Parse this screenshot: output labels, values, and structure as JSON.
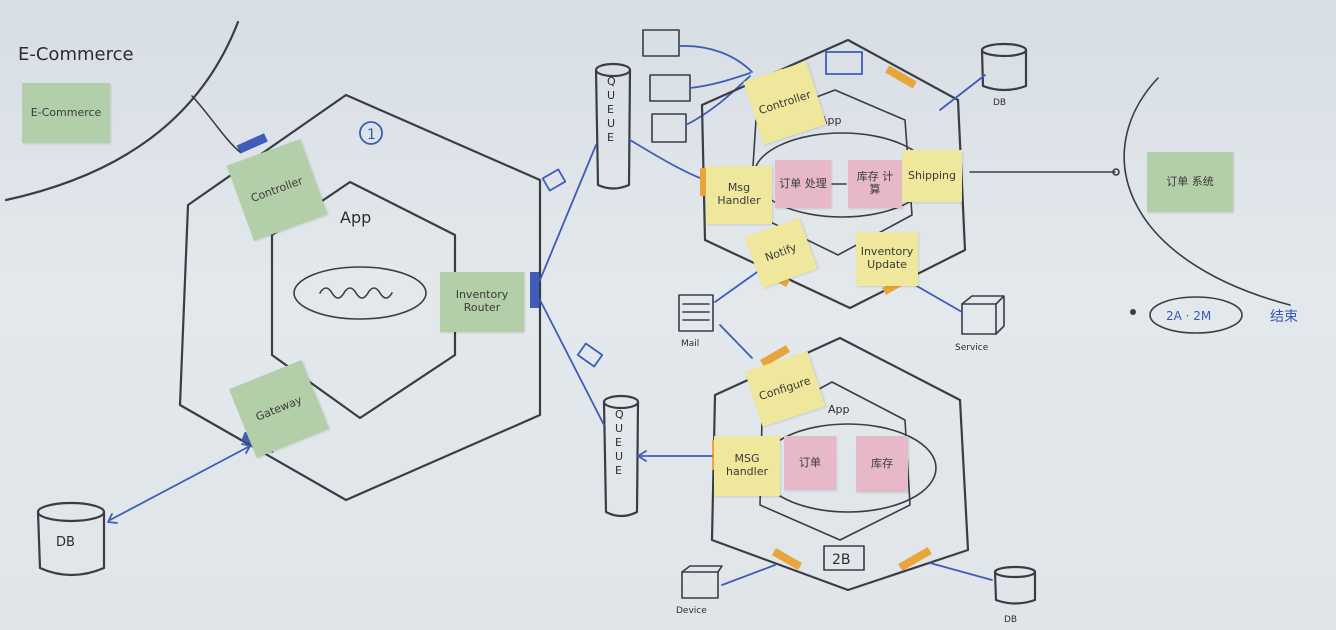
{
  "labels": {
    "ecommerce_title": "E-Commerce",
    "ecommerce_note": "E-Commerce",
    "app": "App",
    "circle_num": "1",
    "controller": "Controller",
    "inventory_router": "Inventory Router",
    "gateway": "Gateway",
    "db": "DB",
    "queue": "QUEUE",
    "right_controller": "Controller",
    "app_upper": "App",
    "msg_handler": "Msg Handler",
    "pink1_upper": "订单 处理",
    "pink2_upper": "库存 计算",
    "shipping": "Shipping",
    "notify_upper": "Notify",
    "inventory_upper": "Inventory Update",
    "right_green": "订单 系统",
    "two_b": "2B",
    "configure": "Configure",
    "msg_handler_lower": "MSG handler",
    "pink1_lower": "订单",
    "pink2_lower": "库存",
    "app_lower": "App",
    "mail": "Mail",
    "service": "Service",
    "device": "Device",
    "ellipse_text": "2A · 2M",
    "ellipse_tail": "结束"
  },
  "colors": {
    "ink": "#3a3d44",
    "marker_blue": "#3f5cb8",
    "sticky_green": "#b3cfa9",
    "sticky_yellow": "#eee79c",
    "sticky_pink": "#e6b8c8",
    "adapter_orange": "#e8a53c"
  }
}
